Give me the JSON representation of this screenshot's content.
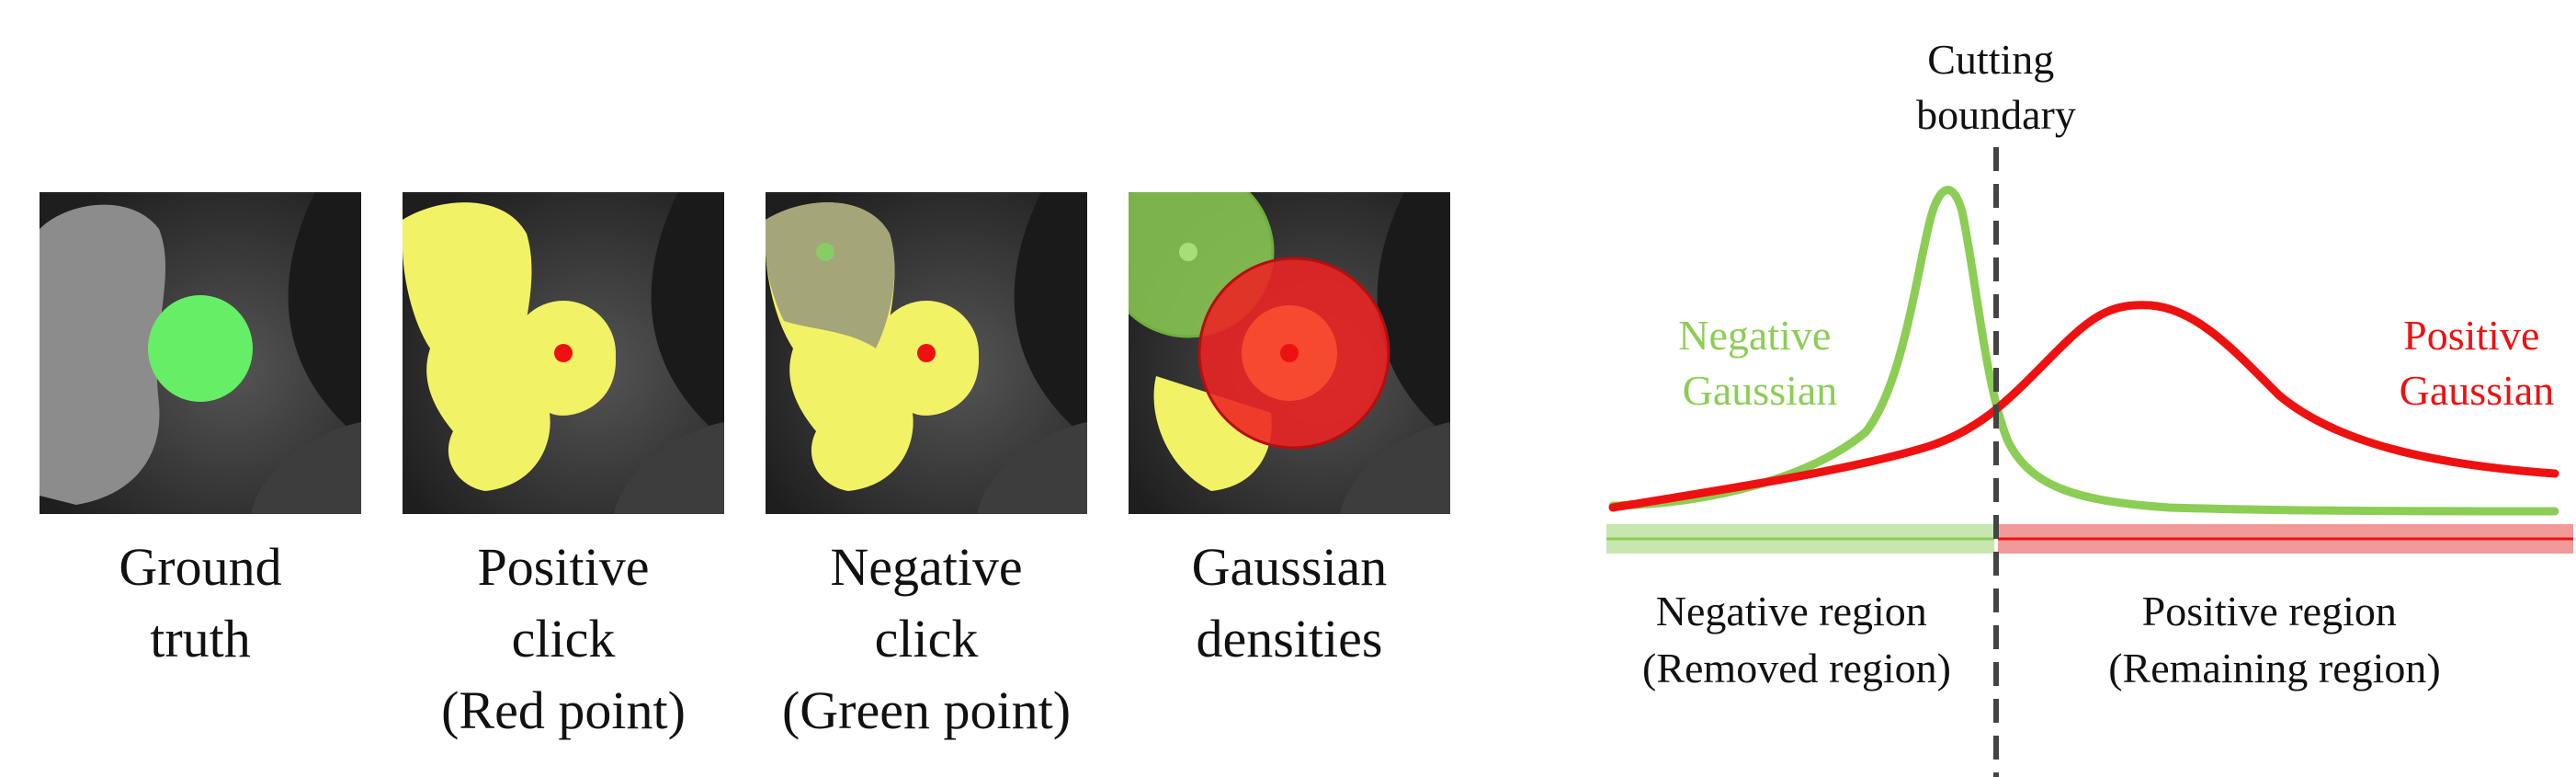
{
  "panels": [
    {
      "id": "ground-truth",
      "caption": [
        "Ground",
        "truth"
      ]
    },
    {
      "id": "positive-click",
      "caption": [
        "Positive",
        "click",
        "(Red point)"
      ]
    },
    {
      "id": "negative-click",
      "caption": [
        "Negative",
        "click",
        "(Green point)"
      ]
    },
    {
      "id": "gaussian-densities",
      "caption": [
        "Gaussian",
        "densities"
      ]
    }
  ],
  "diagram": {
    "boundary_label": [
      "Cutting",
      "boundary"
    ],
    "negative_label": [
      "Negative",
      "Gaussian"
    ],
    "positive_label": [
      "Positive",
      "Gaussian"
    ],
    "negative_region": [
      "Negative region",
      "(Removed region)"
    ],
    "positive_region": [
      "Positive region",
      "(Remaining region)"
    ]
  },
  "colors": {
    "negative": "#8ccd55",
    "positive": "#ee1111",
    "negative_band": "#c8e6b0",
    "positive_band": "#f29a9a",
    "mask_yellow": "#f2f266",
    "ground_truth_green": "#66ee66",
    "boundary": "#444444"
  }
}
